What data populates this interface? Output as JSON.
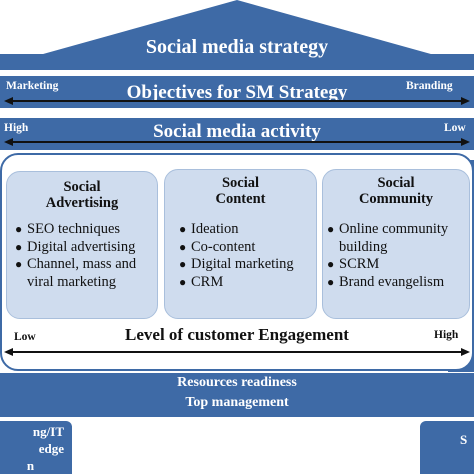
{
  "roof": {
    "title": "Social media strategy"
  },
  "objectives": {
    "title": "Objectives for SM Strategy",
    "left_label": "Marketing",
    "right_label": "Branding"
  },
  "activity": {
    "title": "Social media activity",
    "left_label": "High",
    "right_label": "Low"
  },
  "cards": [
    {
      "title_lines": [
        "Social",
        "Advertising"
      ],
      "items": [
        "SEO techniques",
        "Digital advertising",
        "Channel, mass and",
        "viral marketing"
      ]
    },
    {
      "title_lines": [
        "Social",
        "Content"
      ],
      "items": [
        "Ideation",
        "Co-content",
        "Digital marketing",
        "CRM"
      ]
    },
    {
      "title_lines": [
        "Social",
        "Community"
      ],
      "items": [
        "Online community",
        "building",
        "SCRM",
        "Brand evangelism"
      ]
    }
  ],
  "bullet": "●",
  "engagement": {
    "title": "Level of customer Engagement",
    "left_label": "Low",
    "right_label": "High"
  },
  "foundation": {
    "line1": "Resources readiness",
    "line2": "Top management"
  },
  "pillars": {
    "left_lines": [
      "ng/IT",
      "edge",
      "n"
    ],
    "right_text": "S"
  },
  "colors": {
    "primary": "#3e6aa6",
    "card_fill": "#cfdcee",
    "text_dark": "#111111"
  }
}
